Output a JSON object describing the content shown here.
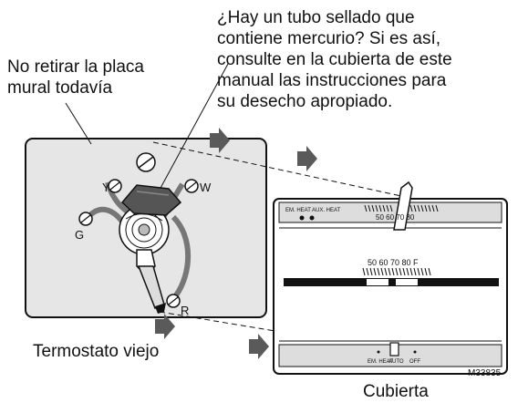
{
  "labels": {
    "warning": "¿Hay un tubo sellado que\ncontiene mercurio? Si es así,\nconsulte en la cubierta de este\nmanual las instrucciones para\nsu desecho apropiado.",
    "wallplate_note": "No retirar la placa\nmural todavía",
    "old_thermostat": "Termostato viejo",
    "cover": "Cubierta",
    "figure_code": "M33835"
  },
  "terminals": {
    "y": "Y",
    "w": "W",
    "g": "G",
    "r": "R"
  },
  "cover_panel": {
    "top_switch_left": "EM. HEAT",
    "top_switch_right": "AUX. HEAT",
    "top_scale": "50 60 70 80",
    "dial_scale": "50 60 70 80 F",
    "bottom_em_heat": "EM. HEAT",
    "bottom_auto": "AUTO",
    "bottom_off": "OFF"
  },
  "colors": {
    "panel_fill": "#e6e6e6",
    "outline": "#111111",
    "arrow": "#5a5a5a",
    "wire": "#777777"
  }
}
